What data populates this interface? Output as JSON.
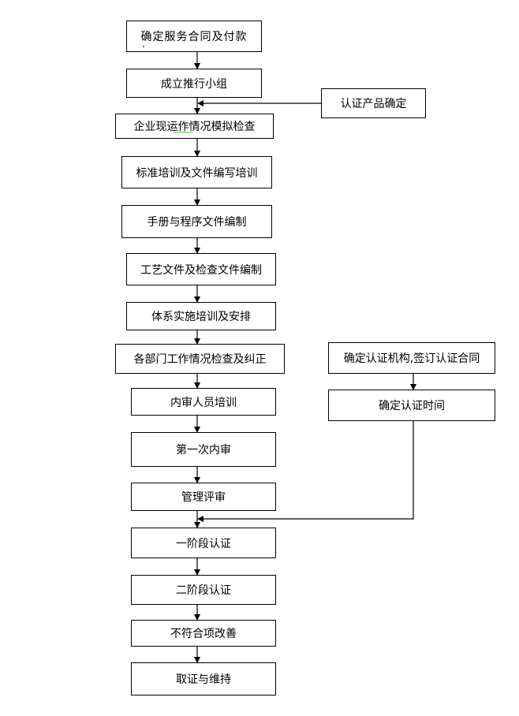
{
  "flow": {
    "s1": "确定服务合同及付款",
    "s2": "成立推行小组",
    "s3": "企业现运作情况模拟检查",
    "s4": "标准培训及文件编写培训",
    "s5": "手册与程序文件编制",
    "s6": "工艺文件及检查文件编制",
    "s7": "体系实施培训及安排",
    "s8": "各部门工作情况检查及纠正",
    "s9": "内审人员培训",
    "s10": "第一次内审",
    "s11": "管理评审",
    "s12": "一阶段认证",
    "s13": "二阶段认证",
    "s14": "不符合项改善",
    "s15": "取证与维持"
  },
  "side": {
    "r1": "认证产品确定",
    "r2": "确定认证机构,签订认证合同",
    "r3": "确定认证时间"
  }
}
